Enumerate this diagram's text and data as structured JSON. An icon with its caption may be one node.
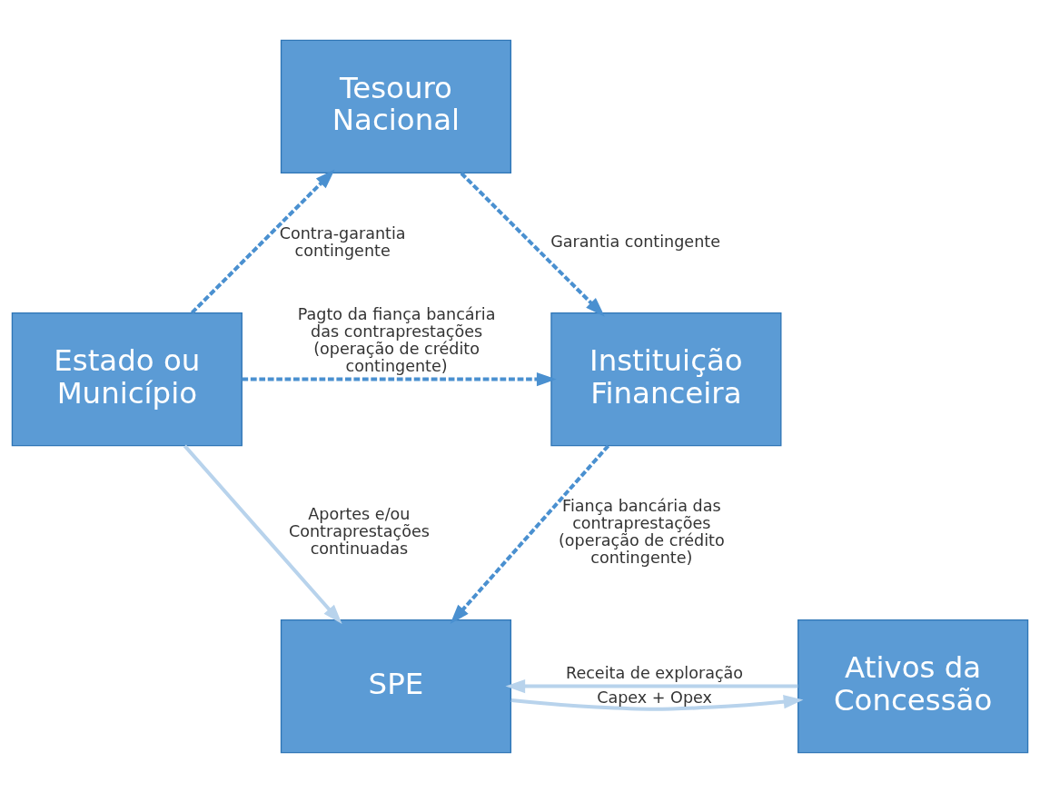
{
  "diagram": {
    "nodes": [
      {
        "text": [
          "SPE"
        ]
      },
      {
        "text": [
          "Ativos da Concessão"
        ]
      },
      {
        "text": [
          "Tesouro Nacional"
        ]
      },
      {
        "text": [
          "Estado ou Município"
        ]
      },
      {
        "text": [
          "Instituição Financeira"
        ]
      }
    ],
    "edges": [
      {
        "from": 0,
        "to": 1,
        "arrow": "to",
        "label": "Capex + Opex",
        "color": "#b8d3ec"
      },
      {
        "from": 1,
        "to": 0,
        "arrow": "to",
        "label": "Receita de exploração",
        "color": "#b8d3ec"
      },
      {
        "from": 3,
        "to": 0,
        "arrow": "to",
        "label": "Aportes e/ou Contraprestações continuadas",
        "color": "#b8d3ec"
      },
      {
        "from": 4,
        "to": 0,
        "arrow": "to",
        "label": "Fiança bancária das contraprestações (operação de crédito contingente)",
        "style": "dashed"
      },
      {
        "from": 3,
        "to": 4,
        "arrow": "to",
        "label": "Pagto da fiança bancária das contraprestações (operação de crédito contingente)",
        "style": "dashed"
      },
      {
        "from": 2,
        "to": 4,
        "arrow": "to",
        "label": "Garantia contingente",
        "style": "dashed"
      },
      {
        "from": 3,
        "to": 2,
        "arrow": "to",
        "label": "Contra-garantia contingente",
        "style": "dashed"
      }
    ]
  }
}
